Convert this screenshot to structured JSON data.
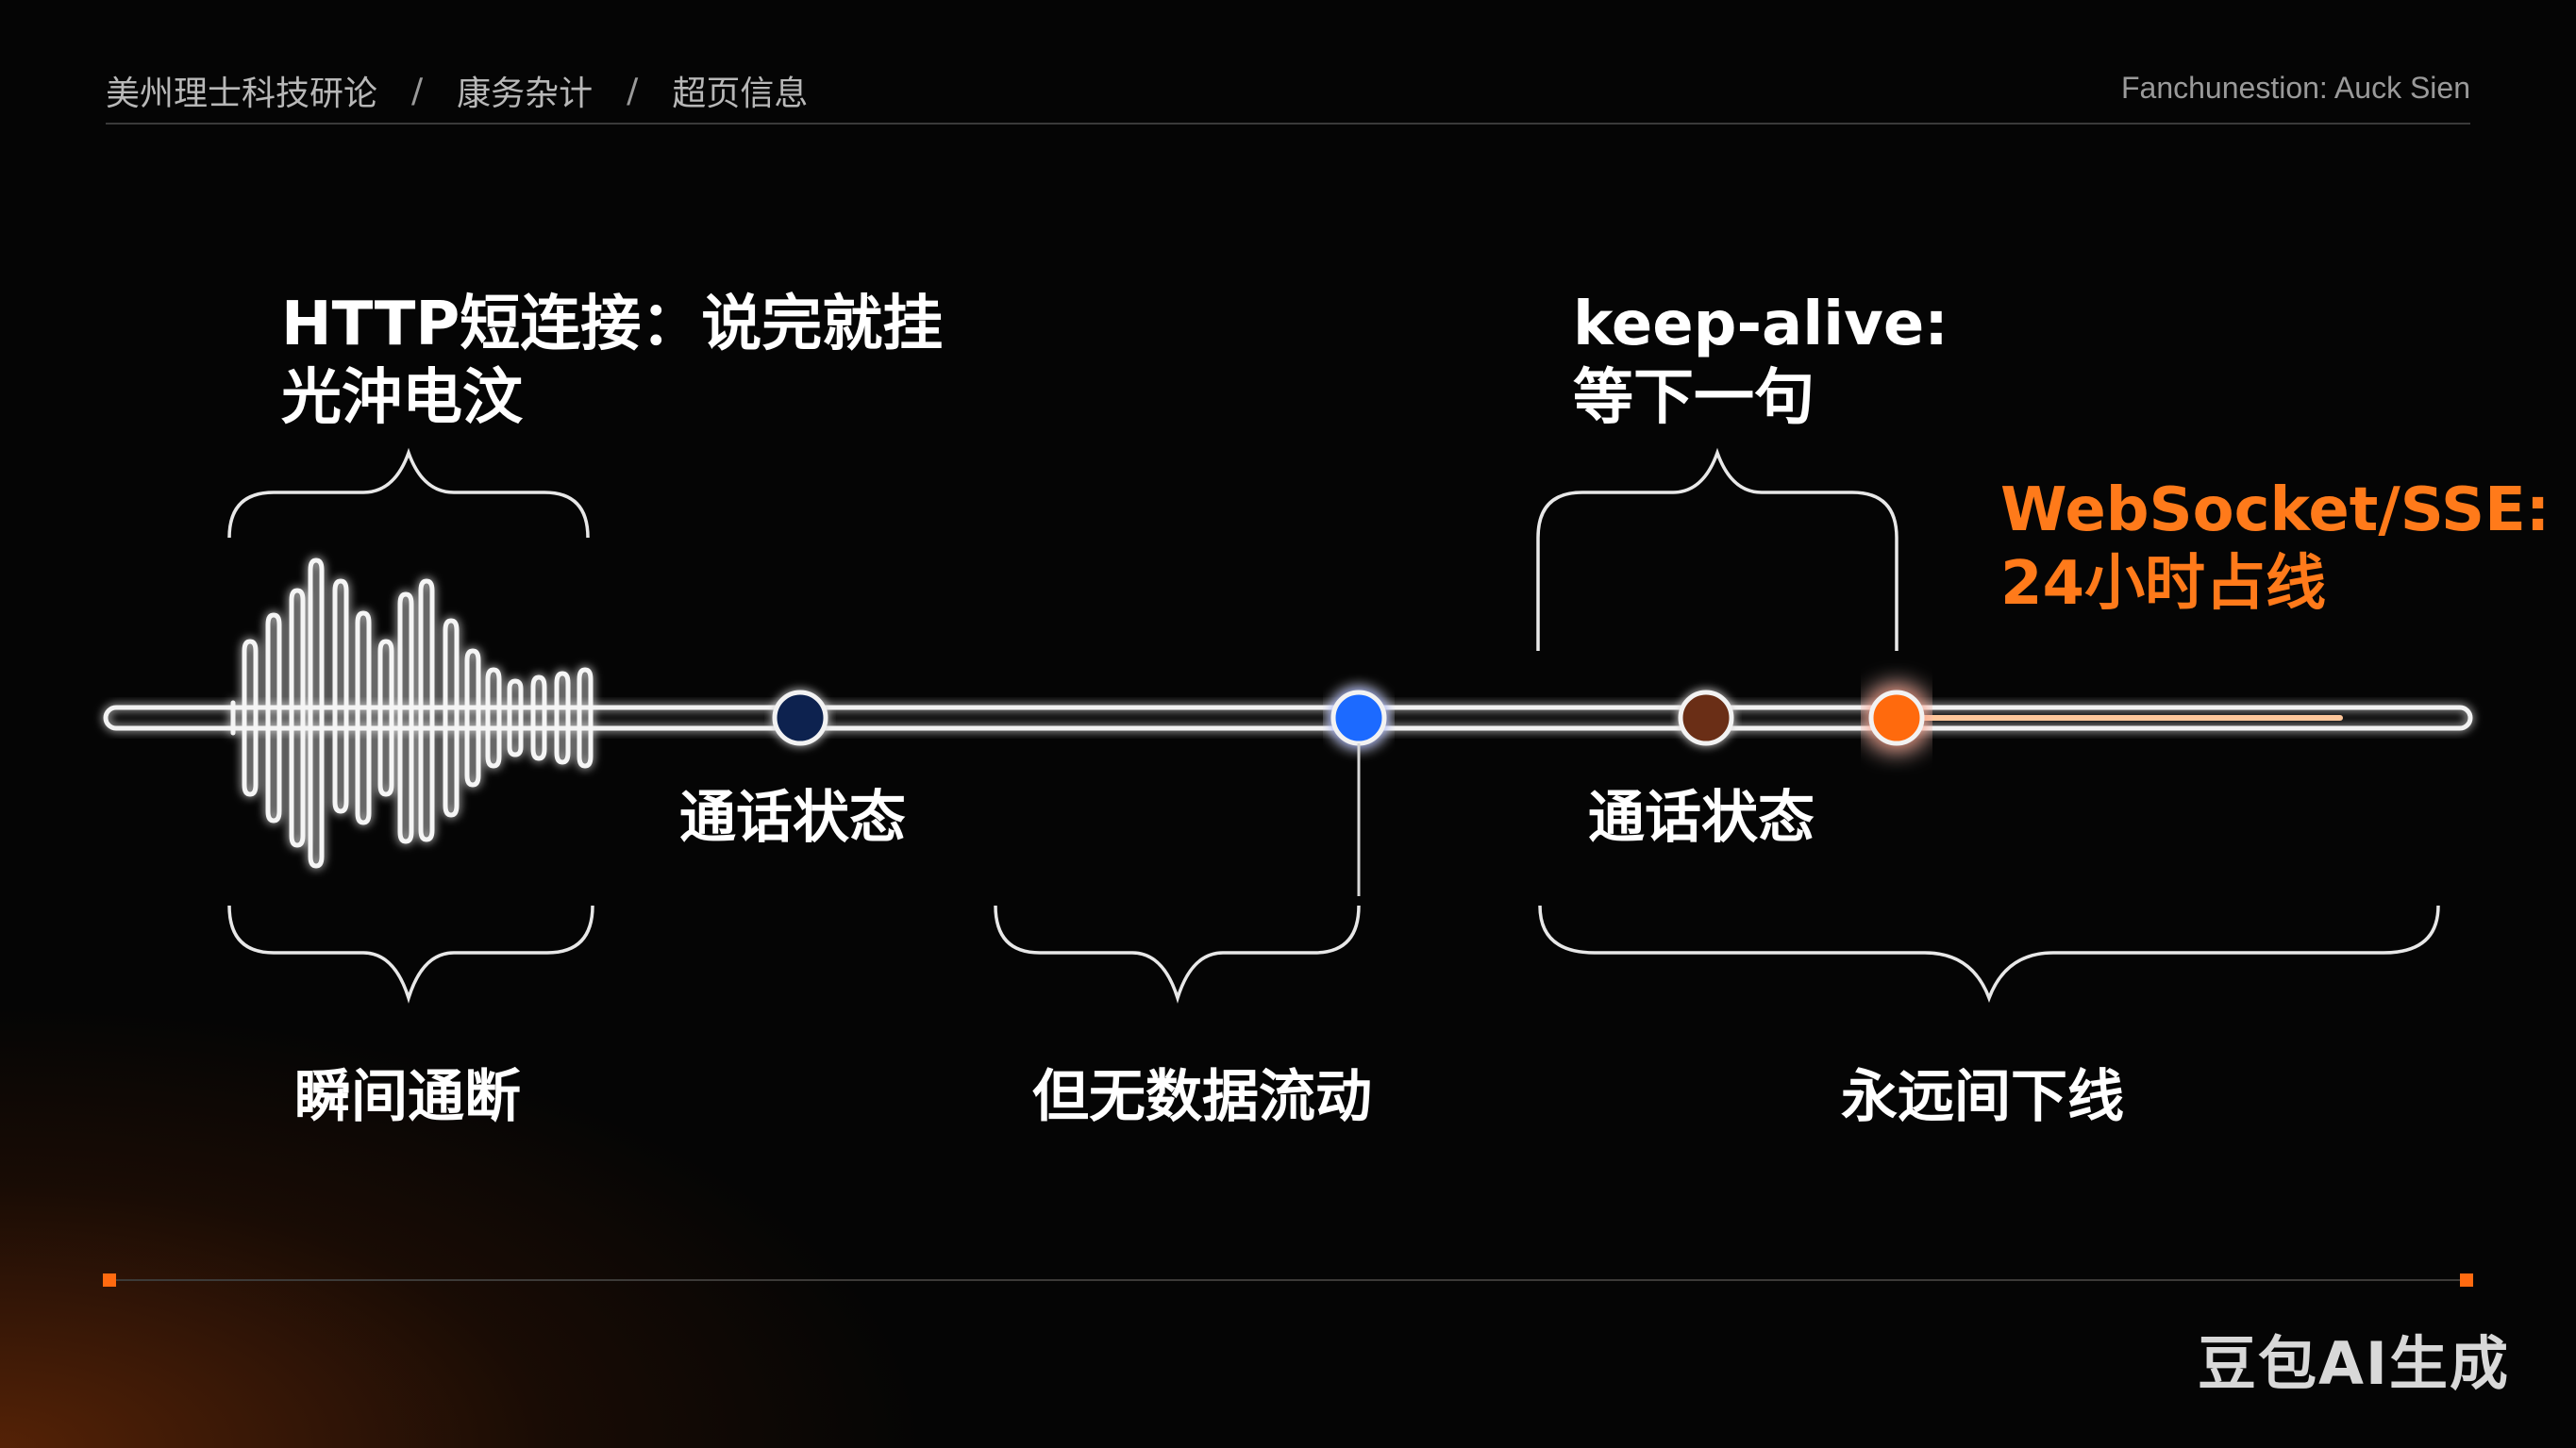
{
  "breadcrumb": [
    "美州理士科技研论",
    "康务杂计",
    "超页信息"
  ],
  "breadcrumb_separator": "/",
  "top_right_text": "Fanchunestion: Auck Sien",
  "labels": {
    "http_title_line1": "HTTP短连接：说完就挂",
    "http_title_line2": "光沖电汶",
    "keepalive_line1": "keep-alive:",
    "keepalive_line2": "等下一句",
    "ws_line1": "WebSocket/SSE:",
    "ws_line2": "24小时占线",
    "call_state_1": "通话状态",
    "call_state_2": "通话状态",
    "instant": "瞬间通断",
    "no_flow": "但无数据流动",
    "never_offline": "永远间下线"
  },
  "colors": {
    "background": "#050505",
    "line": "#f2f2f2",
    "blue": "#1e6bff",
    "orange": "#ff6a10",
    "brown_node": "#6b2e12"
  },
  "watermark": "豆包AI生成"
}
